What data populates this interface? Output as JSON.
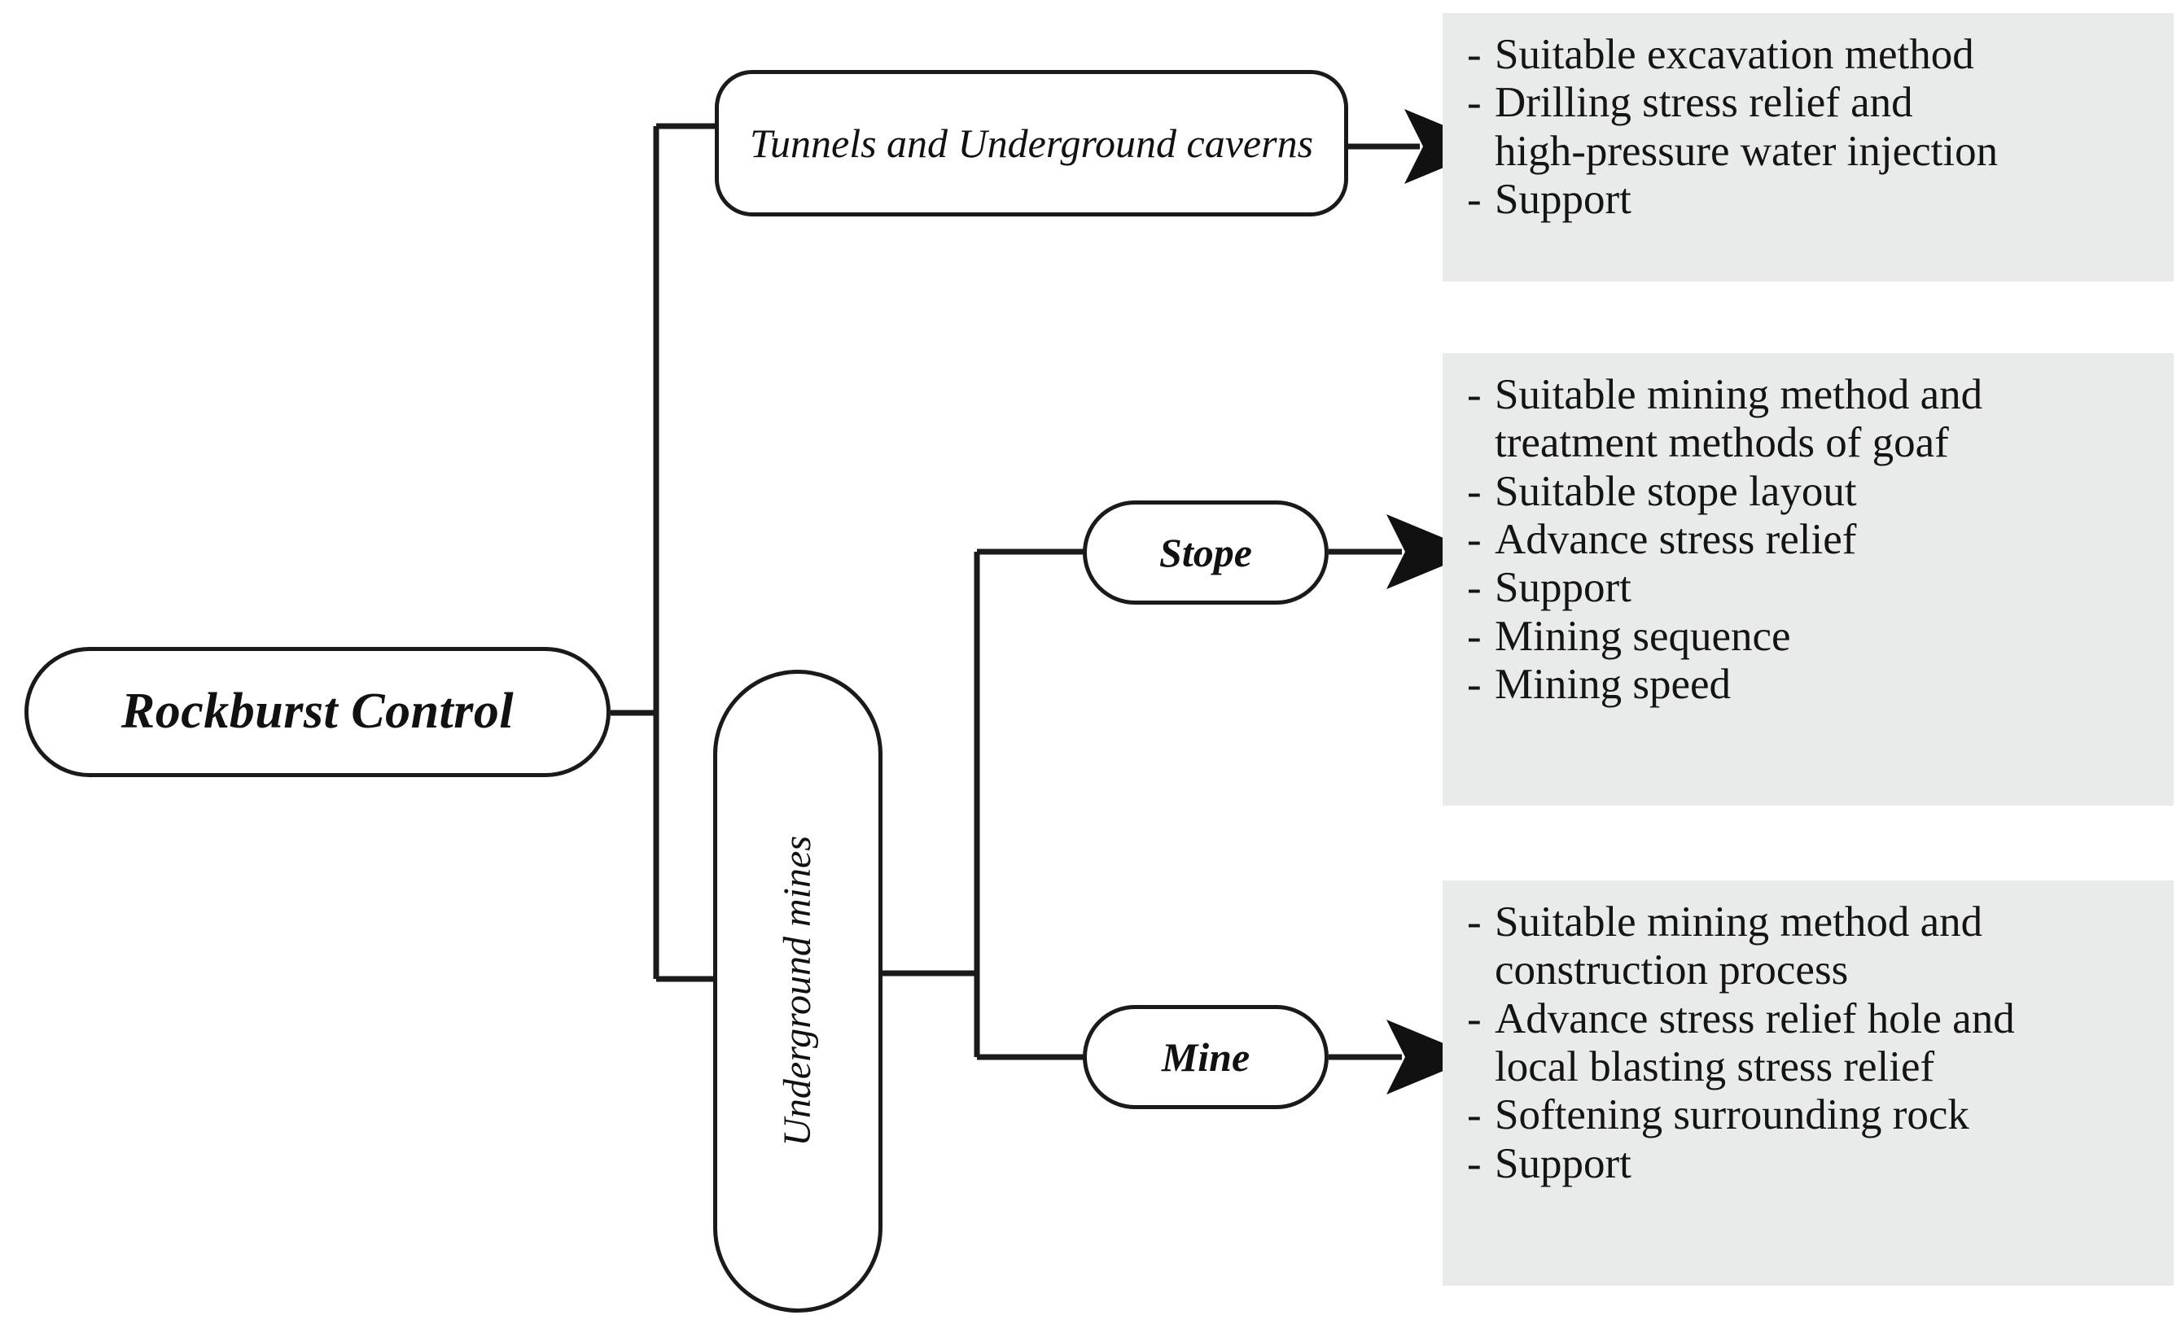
{
  "diagram": {
    "title": "Rockburst Control",
    "type": "tree-flowchart",
    "colors": {
      "panel_background": "#e9ebeb",
      "node_border": "#1a1a1a",
      "node_fill": "#ffffff",
      "text": "#141414",
      "canvas": "#ffffff"
    },
    "root": {
      "label": "Rockburst Control"
    },
    "branches": [
      {
        "node": {
          "label": "Tunnels and Underground caverns"
        },
        "arrow": "arrow-right",
        "items": [
          {
            "dash": "-",
            "text": "Suitable excavation method",
            "continuation": false
          },
          {
            "dash": "-",
            "text": "Drilling stress relief and",
            "continuation": false
          },
          {
            "dash": "",
            "text": "high-pressure water injection",
            "continuation": true
          },
          {
            "dash": "-",
            "text": "Support",
            "continuation": false
          }
        ]
      },
      {
        "node": {
          "label": "Underground mines"
        },
        "children": [
          {
            "node": {
              "label": "Stope"
            },
            "arrow": "arrow-right",
            "items": [
              {
                "dash": "-",
                "text": "Suitable mining method and",
                "continuation": false
              },
              {
                "dash": "",
                "text": "treatment methods of goaf",
                "continuation": true
              },
              {
                "dash": "-",
                "text": "Suitable stope layout",
                "continuation": false
              },
              {
                "dash": "-",
                "text": "Advance stress relief",
                "continuation": false
              },
              {
                "dash": "-",
                "text": "Support",
                "continuation": false
              },
              {
                "dash": "-",
                "text": "Mining sequence",
                "continuation": false
              },
              {
                "dash": "-",
                "text": "Mining speed",
                "continuation": false
              }
            ]
          },
          {
            "node": {
              "label": "Mine"
            },
            "arrow": "arrow-right",
            "items": [
              {
                "dash": "-",
                "text": "Suitable mining method and",
                "continuation": false
              },
              {
                "dash": "",
                "text": "construction process",
                "continuation": true
              },
              {
                "dash": "-",
                "text": "Advance stress relief hole and",
                "continuation": false
              },
              {
                "dash": "",
                "text": "local blasting stress relief",
                "continuation": true
              },
              {
                "dash": "-",
                "text": "Softening surrounding rock",
                "continuation": false
              },
              {
                "dash": "-",
                "text": "Support",
                "continuation": false
              }
            ]
          }
        ]
      }
    ]
  }
}
